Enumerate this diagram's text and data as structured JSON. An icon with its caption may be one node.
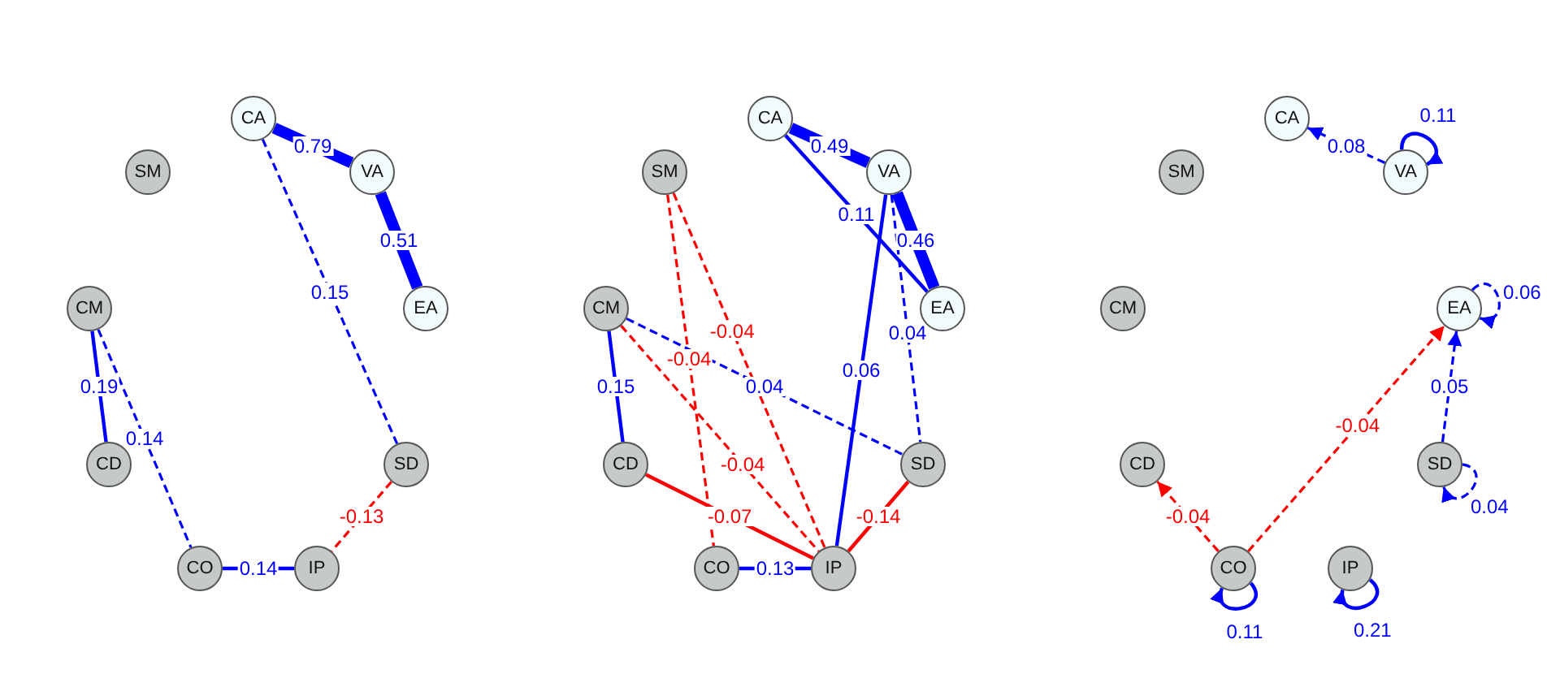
{
  "diagram": {
    "nodes": [
      {
        "text": [
          "CA"
        ]
      },
      {
        "text": [
          "VA"
        ]
      },
      {
        "text": [
          "SM"
        ]
      },
      {
        "text": [
          "CM"
        ]
      },
      {
        "text": [
          "EA"
        ]
      },
      {
        "text": [
          "CD"
        ]
      },
      {
        "text": [
          "SD"
        ]
      },
      {
        "text": [
          "CO"
        ]
      },
      {
        "text": [
          "IP"
        ]
      },
      {
        "text": [
          "CA"
        ]
      },
      {
        "text": [
          "VA"
        ]
      },
      {
        "text": [
          "SM"
        ]
      },
      {
        "text": [
          "CM"
        ]
      },
      {
        "text": [
          "EA"
        ]
      },
      {
        "text": [
          "CD"
        ]
      },
      {
        "text": [
          "SD"
        ]
      },
      {
        "text": [
          "CO"
        ]
      },
      {
        "text": [
          "IP"
        ]
      },
      {
        "text": [
          "CA"
        ]
      },
      {
        "text": [
          "VA"
        ]
      },
      {
        "text": [
          "SM"
        ]
      },
      {
        "text": [
          "CM"
        ]
      },
      {
        "text": [
          "EA"
        ]
      },
      {
        "text": [
          "CD"
        ]
      },
      {
        "text": [
          "SD"
        ]
      },
      {
        "text": [
          "CO"
        ]
      },
      {
        "text": [
          "IP"
        ]
      }
    ],
    "edges": [
      {
        "from": 0,
        "to": 1,
        "arrow": "none",
        "label": "0.79",
        "style": "thick"
      },
      {
        "from": 1,
        "to": 4,
        "arrow": "none",
        "label": "0.51",
        "style": "thick"
      },
      {
        "from": 0,
        "to": 6,
        "arrow": "none",
        "label": "0.15",
        "style": "dashed"
      },
      {
        "from": 3,
        "to": 5,
        "arrow": "none",
        "label": "0.19"
      },
      {
        "from": 3,
        "to": 7,
        "arrow": "none",
        "label": "0.14",
        "style": "dashed"
      },
      {
        "from": 7,
        "to": 8,
        "arrow": "none",
        "label": "0.14"
      },
      {
        "from": 6,
        "to": 8,
        "arrow": "none",
        "label": "-0.13",
        "style": "dashed",
        "color": "#ff0000"
      },
      {
        "from": 9,
        "to": 10,
        "arrow": "none",
        "label": "0.49",
        "style": "thick"
      },
      {
        "from": 9,
        "to": 13,
        "arrow": "none",
        "label": "0.11"
      },
      {
        "from": 10,
        "to": 13,
        "arrow": "none",
        "label": "0.46",
        "style": "thick"
      },
      {
        "from": 10,
        "to": 17,
        "arrow": "none",
        "label": "0.06"
      },
      {
        "from": 10,
        "to": 15,
        "arrow": "none",
        "label": "0.04",
        "style": "dashed"
      },
      {
        "from": 12,
        "to": 15,
        "arrow": "none",
        "label": "0.04",
        "style": "dashed"
      },
      {
        "from": 11,
        "to": 16,
        "arrow": "none",
        "label": "-0.04",
        "style": "dashed",
        "color": "#ff0000"
      },
      {
        "from": 11,
        "to": 17,
        "arrow": "none",
        "label": "-0.04",
        "style": "dashed",
        "color": "#ff0000"
      },
      {
        "from": 12,
        "to": 17,
        "arrow": "none",
        "label": "-0.04",
        "style": "dashed",
        "color": "#ff0000"
      },
      {
        "from": 12,
        "to": 14,
        "arrow": "none",
        "label": "0.15"
      },
      {
        "from": 14,
        "to": 17,
        "arrow": "none",
        "label": "-0.07",
        "color": "#ff0000"
      },
      {
        "from": 16,
        "to": 17,
        "arrow": "none",
        "label": "0.13"
      },
      {
        "from": 15,
        "to": 17,
        "arrow": "none",
        "label": "-0.14",
        "color": "#ff0000"
      },
      {
        "from": 19,
        "to": 18,
        "arrow": "to",
        "label": "0.08",
        "style": "dashed"
      },
      {
        "from": 19,
        "to": 19,
        "arrow": "to",
        "label": "0.11"
      },
      {
        "from": 22,
        "to": 22,
        "arrow": "to",
        "label": "0.06",
        "style": "dashed"
      },
      {
        "from": 24,
        "to": 22,
        "arrow": "to",
        "label": "0.05",
        "style": "dashed"
      },
      {
        "from": 24,
        "to": 24,
        "arrow": "to",
        "label": "0.04",
        "style": "dashed"
      },
      {
        "from": 25,
        "to": 23,
        "arrow": "to",
        "label": "-0.04",
        "style": "dashed",
        "color": "#ff0000"
      },
      {
        "from": 25,
        "to": 22,
        "arrow": "to",
        "label": "-0.04",
        "style": "dashed",
        "color": "#ff0000"
      },
      {
        "from": 25,
        "to": 25,
        "arrow": "to",
        "label": "0.11"
      },
      {
        "from": 26,
        "to": 26,
        "arrow": "to",
        "label": "0.21"
      }
    ]
  }
}
